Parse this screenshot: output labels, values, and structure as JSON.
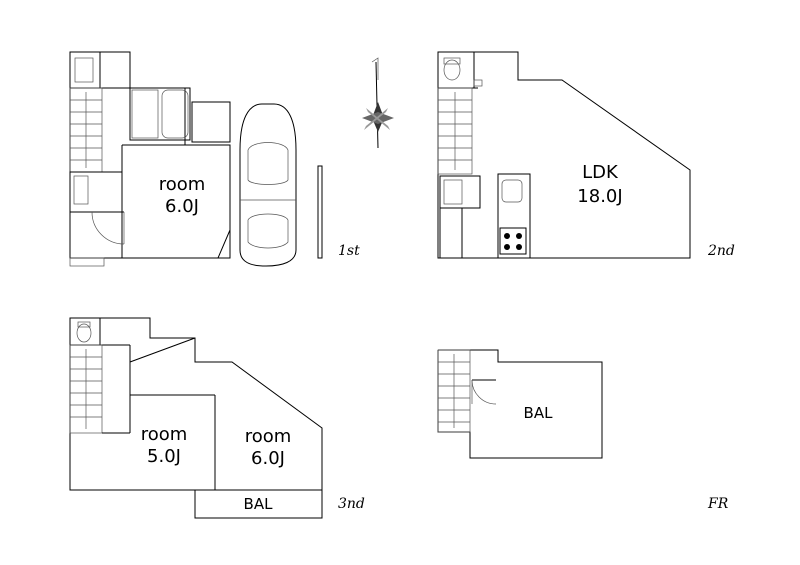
{
  "floors": [
    {
      "label": "1st",
      "rooms": [
        {
          "name": "room",
          "size": "6.0J"
        }
      ]
    },
    {
      "label": "2nd",
      "rooms": [
        {
          "name": "LDK",
          "size": "18.0J"
        }
      ]
    },
    {
      "label": "3nd",
      "rooms": [
        {
          "name": "room",
          "size": "5.0J"
        },
        {
          "name": "room",
          "size": "6.0J"
        }
      ],
      "balcony": "BAL"
    },
    {
      "label": "FR",
      "balcony": "BAL"
    }
  ],
  "icons": {
    "compass": "north-arrow-icon",
    "car": "car-icon",
    "toilet": "toilet-icon",
    "bath": "bathtub-icon",
    "stove": "stove-icon",
    "stairs": "stairs-icon",
    "door": "door-swing-icon"
  }
}
